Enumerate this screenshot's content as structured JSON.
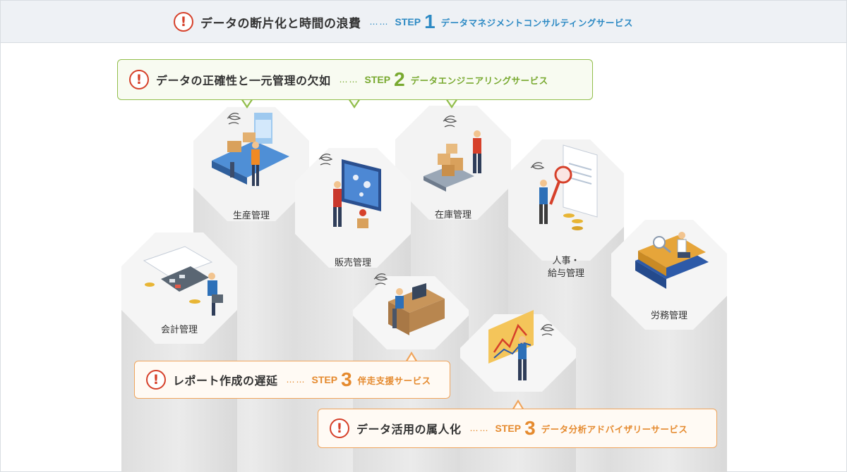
{
  "header": {
    "problem": "データの断片化と時間の浪費",
    "dots": "……",
    "step_label": "STEP",
    "step_number": "1",
    "service": "データマネジメントコンサルティングサービス",
    "color": "#2d8ac4"
  },
  "callouts": [
    {
      "problem": "データの正確性と一元管理の欠如",
      "dots": "……",
      "step_label": "STEP",
      "step_number": "2",
      "service": "データエンジニアリングサービス",
      "color": "#78a92f"
    },
    {
      "problem": "レポート作成の遅延",
      "dots": "……",
      "step_label": "STEP",
      "step_number": "3",
      "service": "伴走支援サービス",
      "color": "#e58a2e"
    },
    {
      "problem": "データ活用の属人化",
      "dots": "……",
      "step_label": "STEP",
      "step_number": "3",
      "service": "データ分析アドバイザリーサービス",
      "color": "#e58a2e"
    }
  ],
  "departments": [
    {
      "name": "生産管理",
      "icon": "production-line-icon"
    },
    {
      "name": "販売管理",
      "icon": "sales-map-icon"
    },
    {
      "name": "在庫管理",
      "icon": "inventory-boxes-icon"
    },
    {
      "name": "人事・",
      "name2": "給与管理",
      "icon": "hr-magnifier-icon"
    },
    {
      "name": "会計管理",
      "icon": "accounting-calculator-icon"
    },
    {
      "name": "労務管理",
      "icon": "labor-books-icon"
    }
  ],
  "warning_glyph": "!",
  "colors": {
    "warning": "#d6402a",
    "pillar": "#e6e6e6",
    "pillar_top": "#f2f2f2"
  }
}
